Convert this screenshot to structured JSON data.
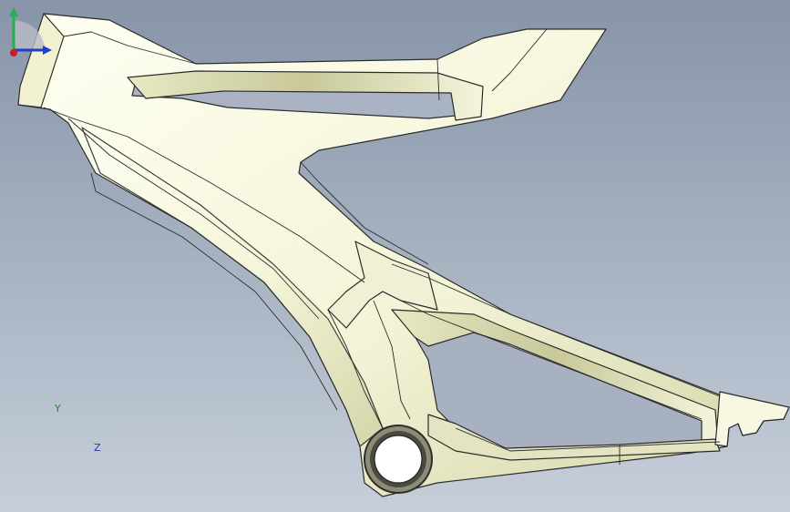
{
  "viewport": {
    "background_top": "#8794a9",
    "background_bottom": "#c6ceda"
  },
  "model": {
    "icon": "bicycle-frame-model",
    "face_color": "#fbfbe8",
    "shade_color": "#d8d8b0",
    "edge_color": "#2b2b2b"
  },
  "triad": {
    "y_label": "Y",
    "z_label": "Z",
    "y_color": "#22b14c",
    "z_color": "#1e3ed0",
    "x_color": "#d01e1e"
  }
}
